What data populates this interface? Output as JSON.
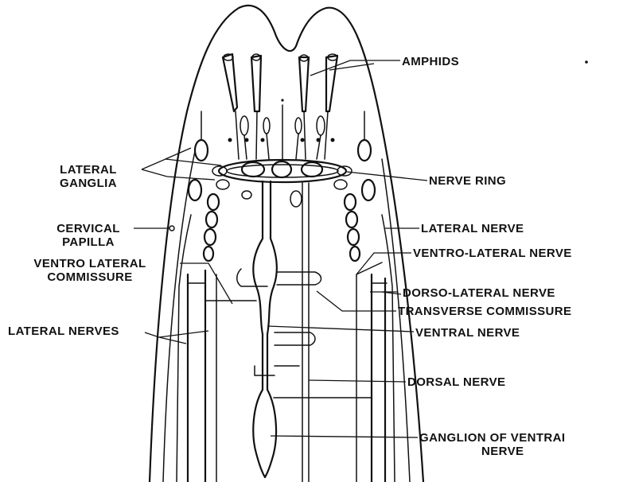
{
  "labels": {
    "amphids": "AMPHIDS",
    "nerve_ring": "NERVE RING",
    "lateral_ganglia_1": "LATERAL",
    "lateral_ganglia_2": "GANGLIA",
    "cervical_papilla_1": "CERVICAL",
    "cervical_papilla_2": "PAPILLA",
    "lateral_nerve": "LATERAL NERVE",
    "ventro_lateral_nerve": "VENTRO-LATERAL NERVE",
    "ventro_lateral_commissure_1": "VENTRO LATERAL",
    "ventro_lateral_commissure_2": "COMMISSURE",
    "dorso_lateral_nerve": "DORSO-LATERAL NERVE",
    "transverse_commissure": "TRANSVERSE COMMISSURE",
    "lateral_nerves": "LATERAL NERVES",
    "ventral_nerve": "VENTRAL NERVE",
    "dorsal_nerve": "DORSAL NERVE",
    "ganglion_of_ventral_nerve_1": "GANGLION OF VENTRAI",
    "ganglion_of_ventral_nerve_2": "NERVE"
  }
}
